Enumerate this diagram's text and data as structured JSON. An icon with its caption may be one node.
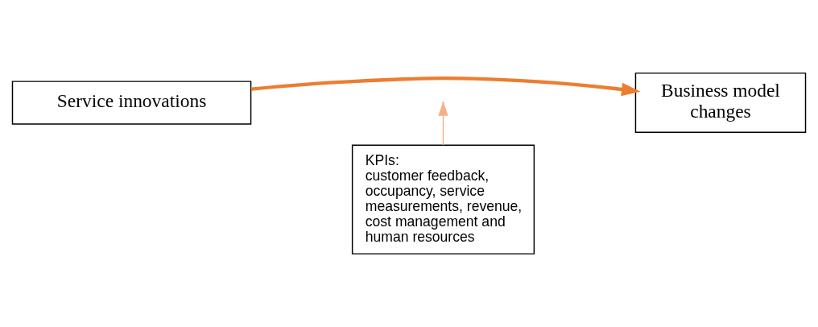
{
  "diagram": {
    "nodes": [
      {
        "text": [
          "Service innovations"
        ]
      },
      {
        "text": [
          "KPIs:",
          "customer feedback, occupancy, service measurements, revenue, cost management and human resources"
        ]
      },
      {
        "text": [
          "Business model changes"
        ]
      }
    ],
    "edges": [
      {
        "from": 0,
        "to": 2,
        "arrow": "to",
        "style": "thick",
        "color": "#ed7d31"
      },
      {
        "from": 1,
        "to": null,
        "arrow": "to",
        "color": "#f4b183"
      }
    ]
  }
}
